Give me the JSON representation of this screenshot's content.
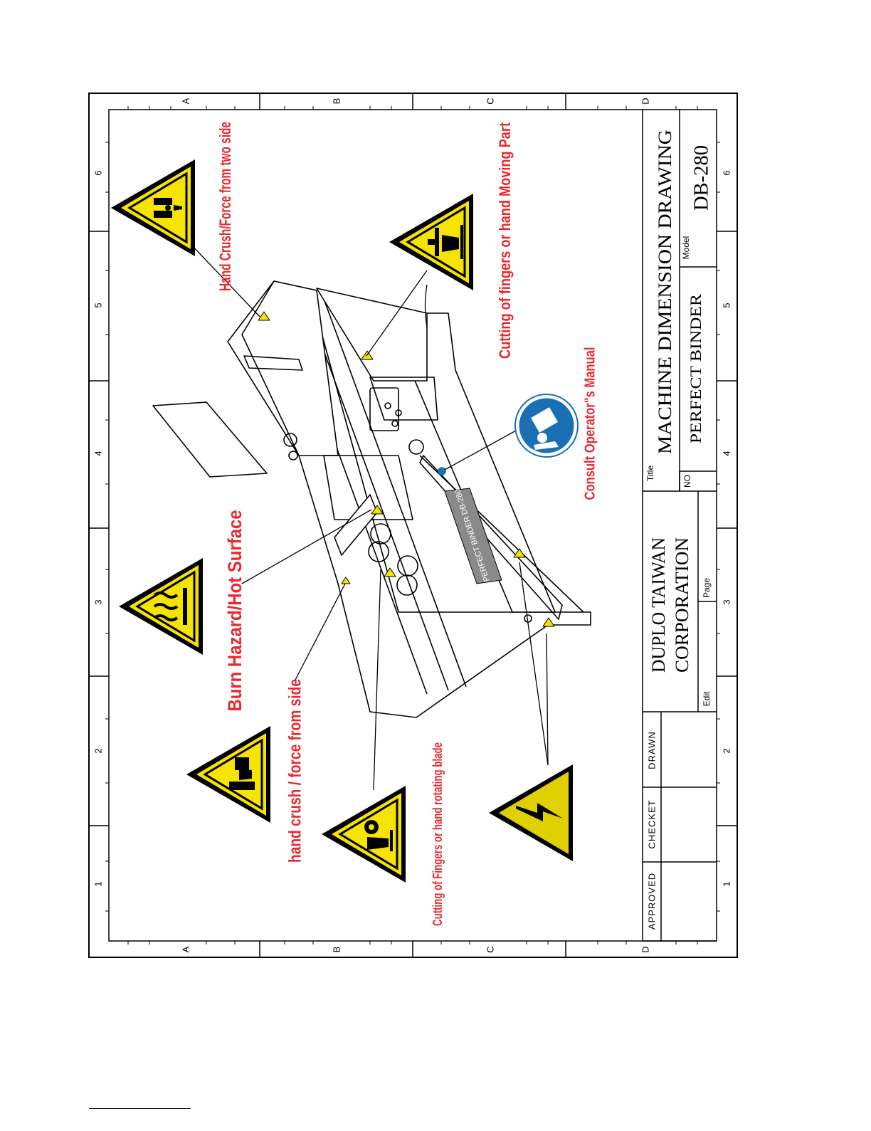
{
  "colors": {
    "warning_yellow": "#f5e400",
    "warning_red": "#e8282e",
    "info_blue": "#1b6fb5",
    "line": "#000000"
  },
  "frame": {
    "column_letters": [
      "A",
      "B",
      "C",
      "D"
    ],
    "row_numbers": [
      "1",
      "2",
      "3",
      "4",
      "5",
      "6"
    ]
  },
  "callouts": {
    "hand_crush_two_side": "Hand Crush/Force from two side",
    "cutting_moving_part": "Cutting of fingers or hand Moving Part",
    "consult_manual": "Consult Operator\"s Manual",
    "burn_hazard": "Burn Hazard/Hot Surface",
    "hand_crush_side": "hand crush / force from side",
    "cutting_rotating_blade": "Cutting of Fingers or hand rotating blade"
  },
  "machine": {
    "nameplate": "PERFECT BINDER DB-280"
  },
  "title_block": {
    "approved": "APPROVED",
    "checked": "CHECKET",
    "drawn": "DRAWN",
    "company_line1": "DUPLO TAIWAN",
    "company_line2": "CORPORATION",
    "edit_label": "Edit",
    "page_label": "Page",
    "title_label": "Title",
    "title_value": "MACHINE DIMENSION DRAWING",
    "no_label": "NO",
    "no_value": "PERFECT BINDER",
    "model_label": "Model",
    "model_value": "DB-280"
  },
  "icons": {
    "hand_crush_two_side": "hand-crush-two-side-warning-icon",
    "cutting_moving_part": "cutting-moving-part-warning-icon",
    "consult_manual": "consult-manual-icon",
    "burn_hazard": "hot-surface-warning-icon",
    "hand_crush_side": "hand-crush-side-warning-icon",
    "cutting_rotating_blade": "rotating-blade-warning-icon",
    "electrical": "electrical-hazard-warning-icon"
  }
}
